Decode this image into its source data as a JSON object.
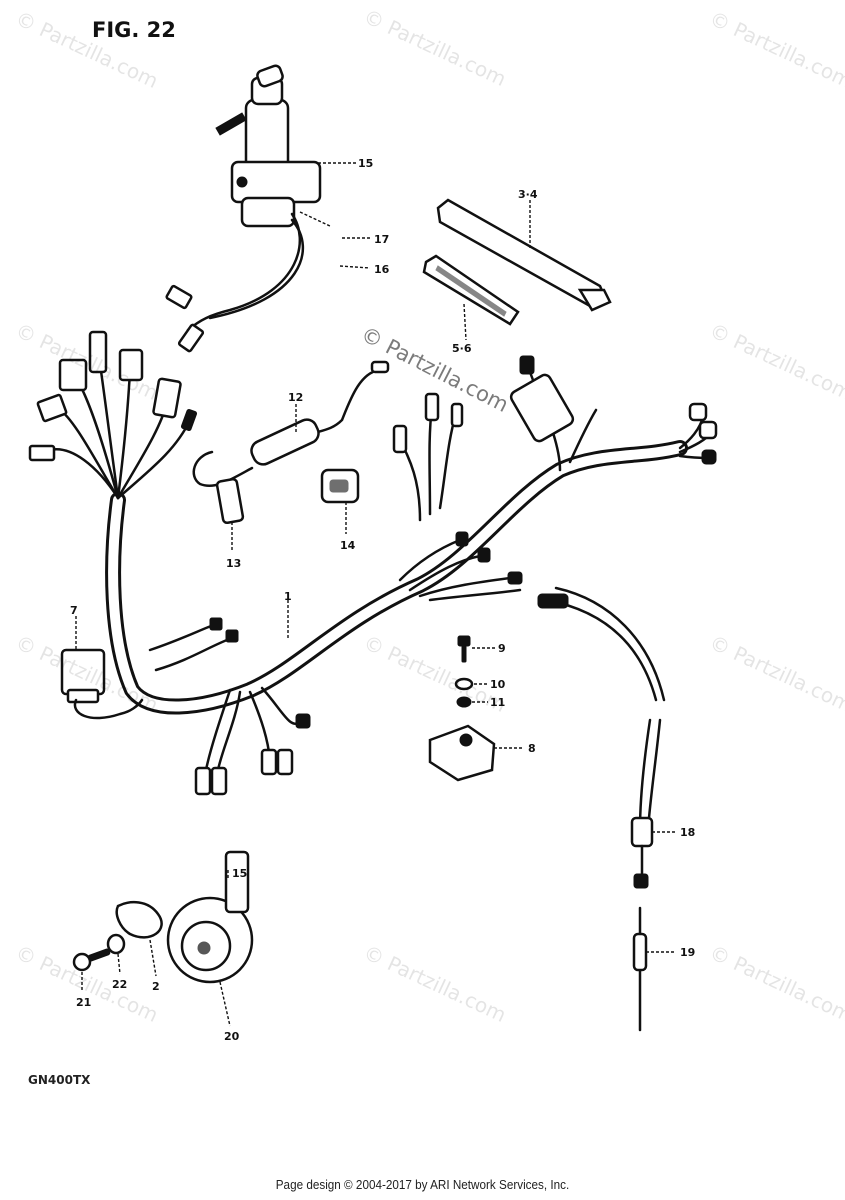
{
  "figure": {
    "title": "FIG. 22",
    "model_code": "GN400TX"
  },
  "callouts": [
    {
      "id": "c15a",
      "label": "15"
    },
    {
      "id": "c17",
      "label": "17"
    },
    {
      "id": "c16",
      "label": "16"
    },
    {
      "id": "c34",
      "label": "3·4"
    },
    {
      "id": "c56",
      "label": "5·6"
    },
    {
      "id": "c12",
      "label": "12"
    },
    {
      "id": "c13",
      "label": "13"
    },
    {
      "id": "c14",
      "label": "14"
    },
    {
      "id": "c7",
      "label": "7"
    },
    {
      "id": "c1",
      "label": "1"
    },
    {
      "id": "c9",
      "label": "9"
    },
    {
      "id": "c10",
      "label": "10"
    },
    {
      "id": "c11",
      "label": "11"
    },
    {
      "id": "c8",
      "label": "8"
    },
    {
      "id": "c18",
      "label": "18"
    },
    {
      "id": "c19",
      "label": "19"
    },
    {
      "id": "c15b",
      "label": "15"
    },
    {
      "id": "c21",
      "label": "21"
    },
    {
      "id": "c22",
      "label": "22"
    },
    {
      "id": "c2",
      "label": "2"
    },
    {
      "id": "c20",
      "label": "20"
    }
  ],
  "watermarks": {
    "small": "© Partzilla.com",
    "center": "© Partzilla.com"
  },
  "footer": {
    "text": "Page design © 2004-2017 by ARI Network Services, Inc."
  }
}
